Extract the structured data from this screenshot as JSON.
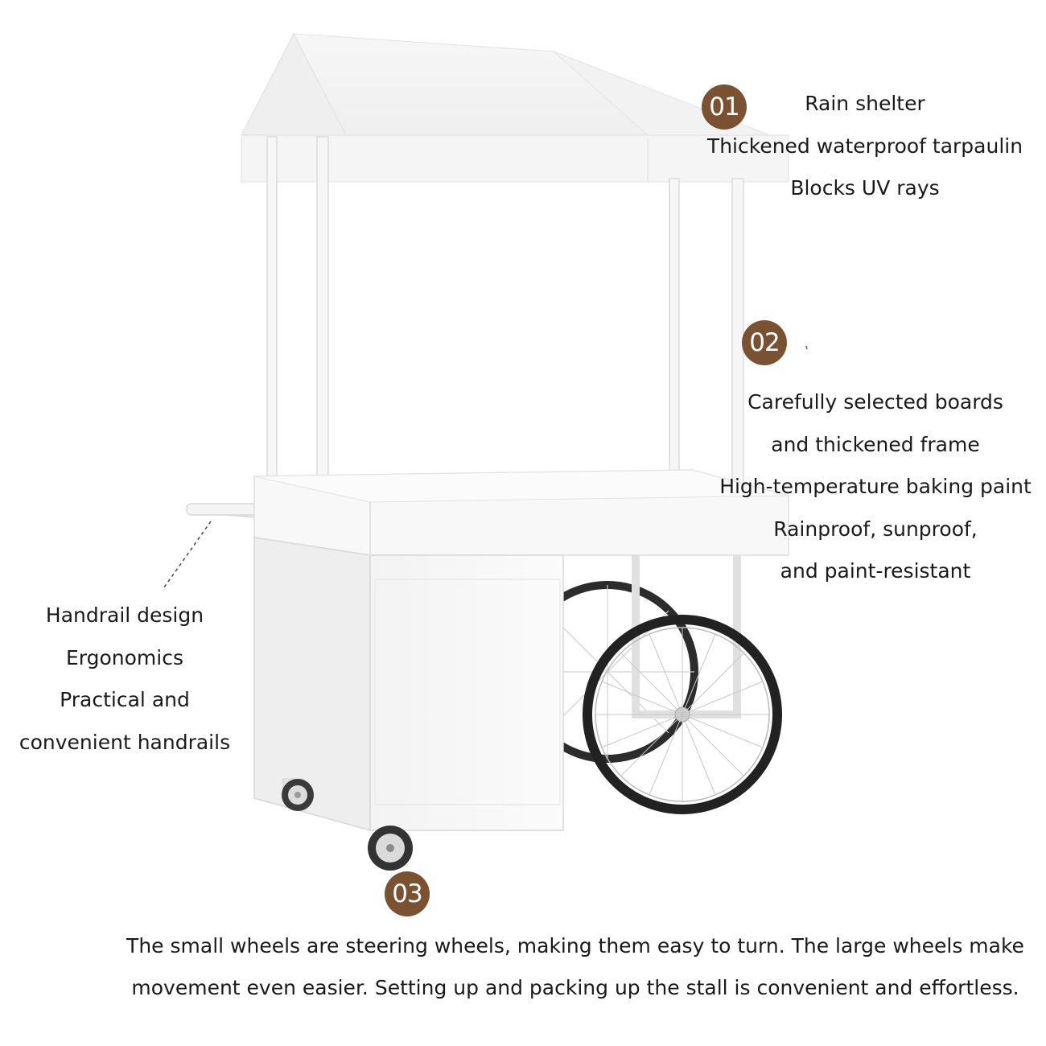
{
  "badge_color": "#7a5232",
  "features": [
    {
      "number": "01",
      "lines": [
        "Rain shelter",
        "Thickened waterproof tarpaulin",
        "Blocks UV rays"
      ]
    },
    {
      "number": "02",
      "lines": [
        "Carefully selected boards",
        "and thickened frame",
        "High-temperature baking paint",
        "Rainproof, sunproof,",
        "and paint-resistant"
      ]
    },
    {
      "number": "03",
      "lines": [
        "The small wheels are steering wheels, making them easy to turn. The large wheels make",
        "movement even easier. Setting up and packing up the stall is convenient and effortless."
      ]
    }
  ],
  "handrail": {
    "lines": [
      "Handrail design",
      "Ergonomics",
      "Practical and",
      "convenient handrails"
    ]
  }
}
